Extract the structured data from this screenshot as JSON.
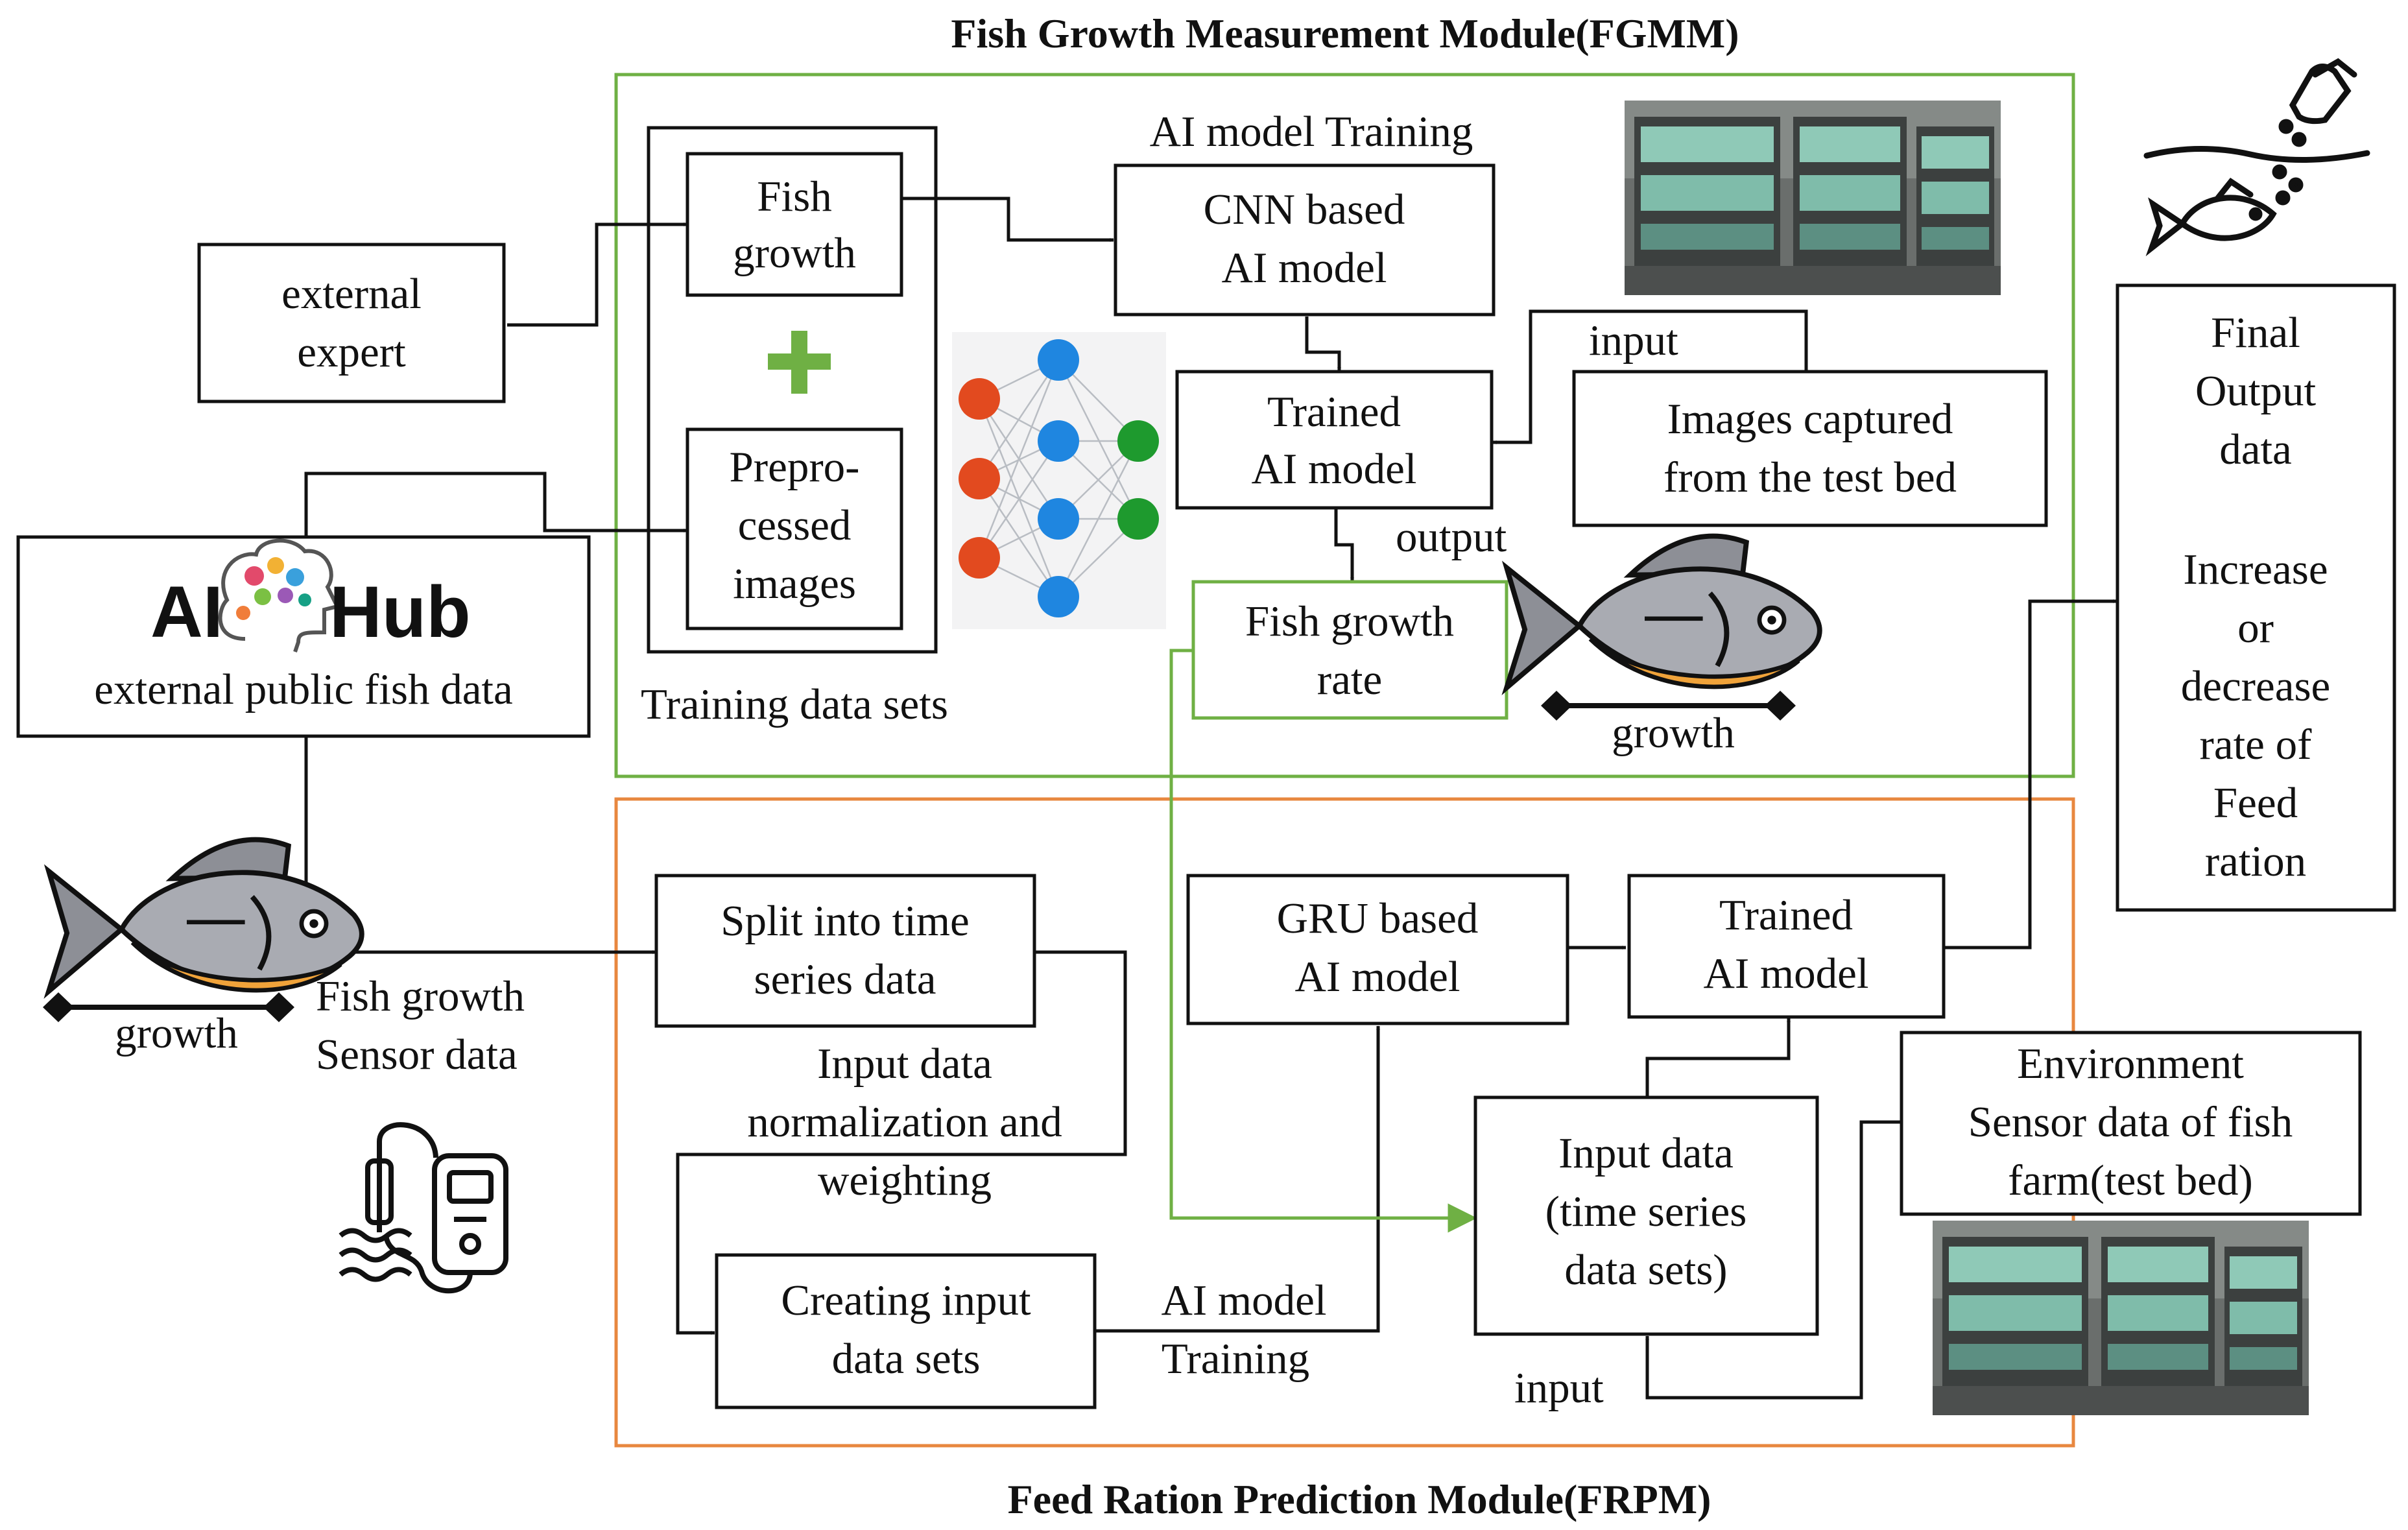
{
  "modules": {
    "fgmm_title": "Fish Growth Measurement Module(FGMM)",
    "frpm_title": "Feed Ration Prediction Module(FRPM)"
  },
  "fgmm": {
    "training_title": "AI model Training",
    "fish_growth": [
      "Fish",
      "growth"
    ],
    "preprocessed": [
      "Prepro-",
      "cessed",
      "images"
    ],
    "training_sets": "Training data sets",
    "cnn": [
      "CNN based",
      "AI model"
    ],
    "trained": [
      "Trained",
      "AI model"
    ],
    "input_label": "input",
    "images_captured": [
      "Images captured",
      "from the test bed"
    ],
    "output_label": "output",
    "growth_rate": [
      "Fish growth",
      "rate"
    ],
    "growth_caption": "growth"
  },
  "left": {
    "external_expert": [
      "external",
      "expert"
    ],
    "aihub_ai": "AI",
    "aihub_hub": "Hub",
    "aihub_caption": "external public  fish data",
    "growth_caption": "growth",
    "sensor_label": [
      "Fish growth",
      "Sensor data"
    ]
  },
  "frpm": {
    "split": [
      "Split  into time",
      "series data"
    ],
    "normalization": [
      "Input data",
      "normalization and",
      "weighting"
    ],
    "creating": [
      "Creating input",
      "data sets"
    ],
    "ai_training": [
      "AI model",
      "Training"
    ],
    "gru": [
      "GRU based",
      "AI model"
    ],
    "trained": [
      "Trained",
      "AI model"
    ],
    "input_data": [
      "Input data",
      "(time series",
      "data sets)"
    ],
    "input_label": "input",
    "environment": [
      "Environment",
      "Sensor data of fish",
      "farm(test bed)"
    ]
  },
  "final": {
    "title": [
      "Final",
      "Output",
      "data"
    ],
    "body": [
      "Increase",
      "or",
      "decrease",
      "rate of",
      "Feed",
      "ration"
    ]
  },
  "colors": {
    "fgmm_border": "#6fb044",
    "frpm_border": "#e8873f",
    "plus": "#6fb044",
    "node_red": "#e24a1f",
    "node_blue": "#1f86e0",
    "node_green": "#1e9a2e"
  },
  "icons": [
    "fish-icon",
    "feeding-fish-icon",
    "plus-icon",
    "neural-network-icon",
    "brain-icon",
    "sensor-probe-icon",
    "tank-photo"
  ]
}
